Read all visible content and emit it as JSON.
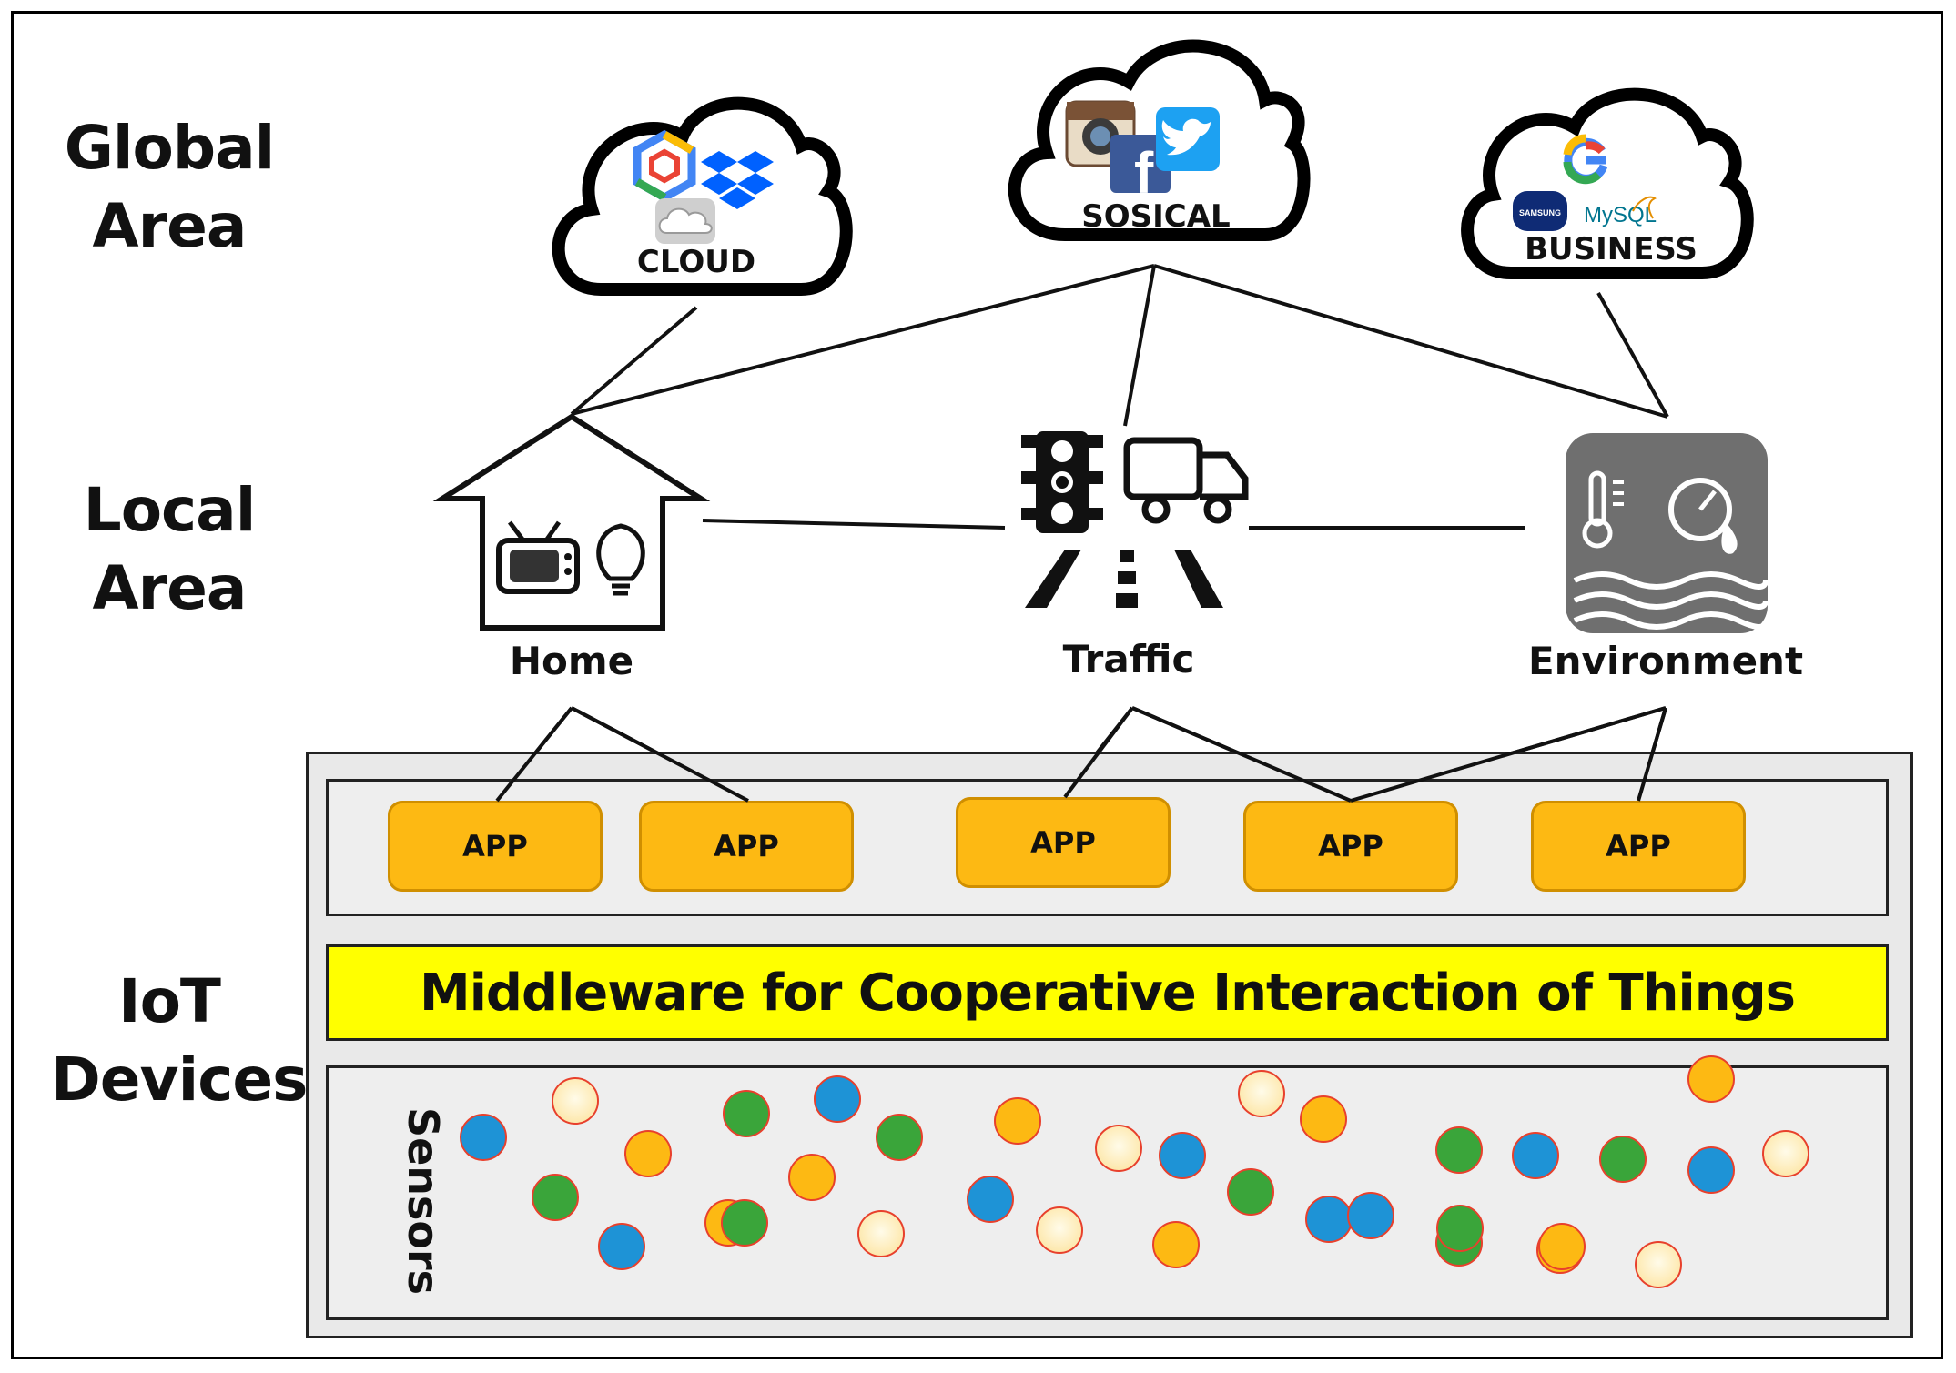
{
  "areas": {
    "global": [
      "Global",
      "Area"
    ],
    "local": [
      "Local",
      "Area"
    ],
    "iot": [
      "IoT",
      "Devices"
    ]
  },
  "clouds": {
    "cloud": "CLOUD",
    "social": "SOSICAL",
    "business": "BUSINESS"
  },
  "cloud_icons": {
    "cloud": [
      "google-cloud-icon",
      "dropbox-icon",
      "icloud-icon"
    ],
    "social": [
      "instagram-icon",
      "twitter-icon",
      "facebook-icon"
    ],
    "business": [
      "google-icon",
      "samsung-icon",
      "mysql-icon"
    ]
  },
  "business_logos": {
    "samsung": "SAMSUNG",
    "mysql": "MySQL"
  },
  "nodes": {
    "home": "Home",
    "traffic": "Traffic",
    "environment": "Environment"
  },
  "apps": [
    "APP",
    "APP",
    "APP",
    "APP",
    "APP"
  ],
  "middleware": "Middleware for Cooperative Interaction of Things",
  "sensors_label": "Sensors",
  "sensor_colors": {
    "blue": "#1e93d6",
    "green": "#3aa53a",
    "orange": "#fdb913",
    "cream": "#fde9b0"
  },
  "sensor_dots": [
    "blue",
    "cream",
    "orange",
    "green",
    "blue",
    "green",
    "blue",
    "orange",
    "green",
    "orange",
    "cream",
    "orange",
    "blue",
    "cream",
    "blue",
    "cream",
    "orange",
    "cream",
    "orange",
    "green",
    "blue",
    "orange",
    "green",
    "blue",
    "green",
    "orange",
    "blue",
    "green",
    "blue",
    "orange",
    "cream",
    "cream",
    "green",
    "green"
  ]
}
